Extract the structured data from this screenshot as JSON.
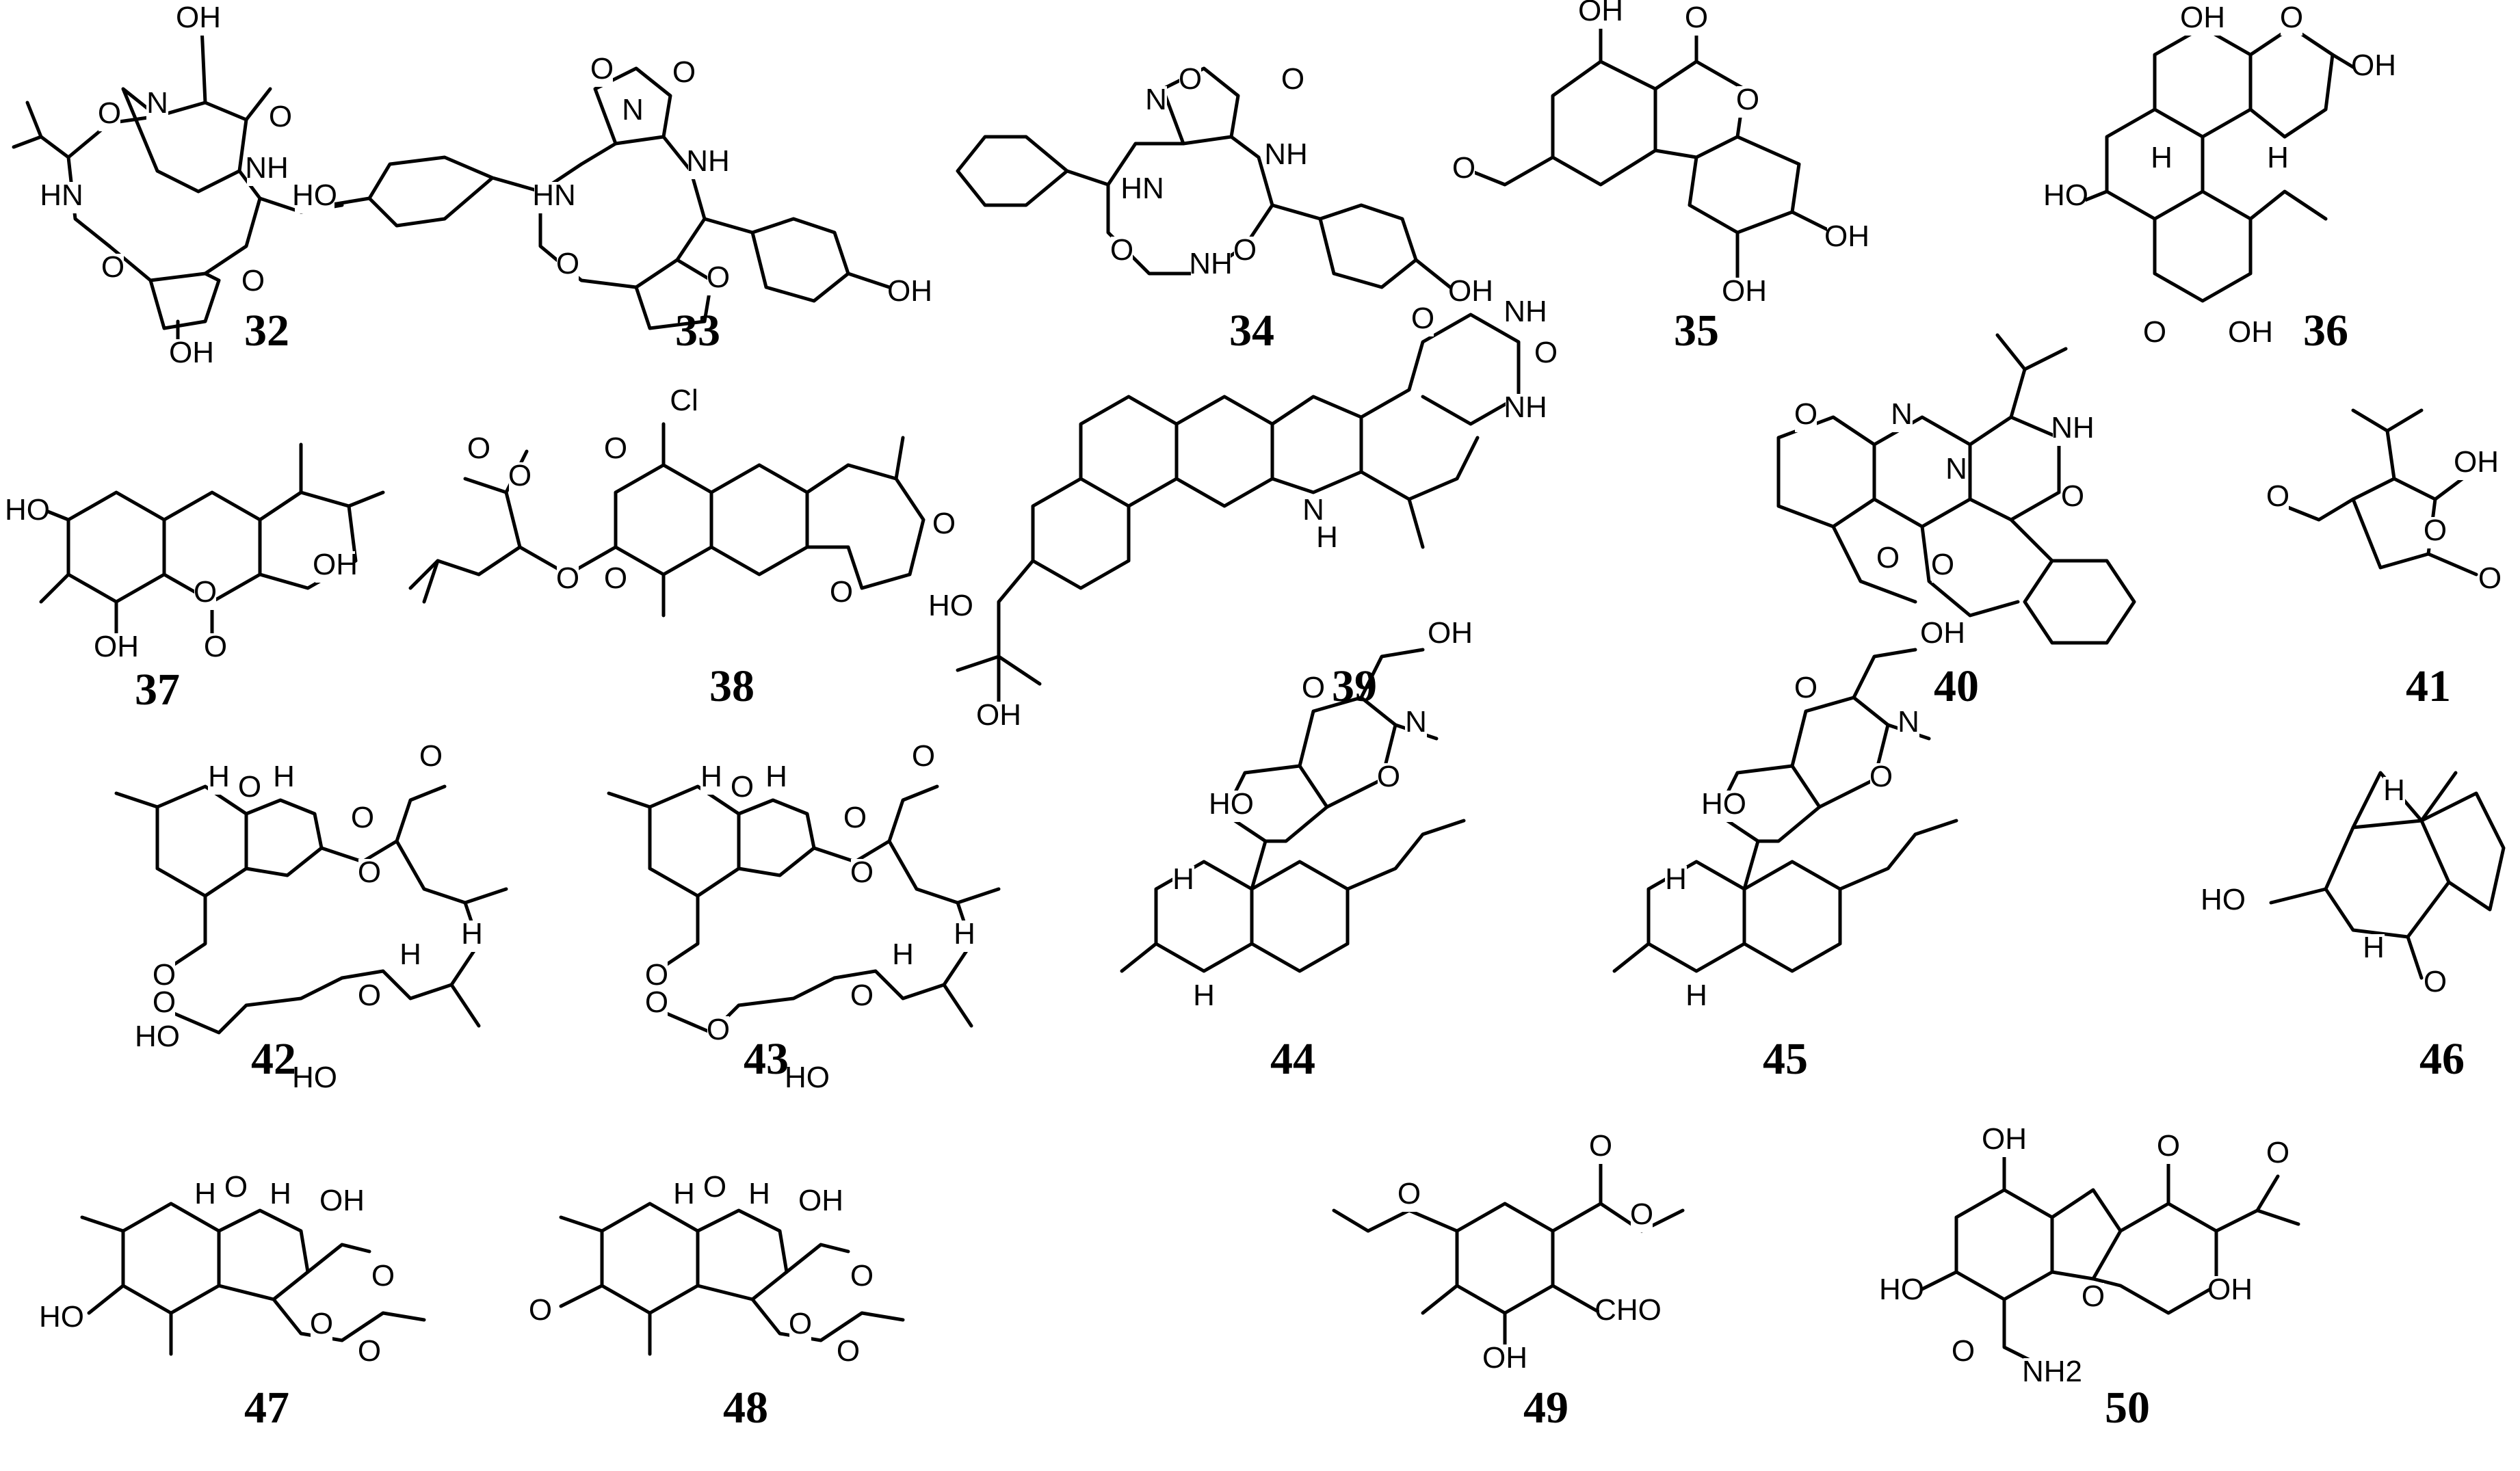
{
  "compounds": [
    {
      "number": "32",
      "atoms": [
        "OH",
        "N",
        "O",
        "O",
        "NH",
        "HN",
        "O",
        "O",
        "OH"
      ]
    },
    {
      "number": "33",
      "atoms": [
        "N",
        "O",
        "O",
        "NH",
        "HN",
        "HO",
        "O",
        "O",
        "OH"
      ]
    },
    {
      "number": "34",
      "atoms": [
        "N",
        "O",
        "O",
        "NH",
        "HN",
        "O",
        "NH",
        "O",
        "OH"
      ]
    },
    {
      "number": "35",
      "atoms": [
        "OH",
        "O",
        "O",
        "O",
        "OH",
        "OH"
      ]
    },
    {
      "number": "36",
      "atoms": [
        "OH",
        "O",
        "HO",
        "H",
        "OH",
        "H",
        "O",
        "OH"
      ]
    },
    {
      "number": "37",
      "atoms": [
        "HO",
        "OH",
        "O",
        "OH",
        "O"
      ]
    },
    {
      "number": "38",
      "atoms": [
        "Cl",
        "O",
        "O",
        "O",
        "O",
        "O",
        "O",
        "O"
      ]
    },
    {
      "number": "39",
      "atoms": [
        "O",
        "NH",
        "NH",
        "O",
        "N",
        "H",
        "HO",
        "OH"
      ]
    },
    {
      "number": "40",
      "atoms": [
        "O",
        "N",
        "NH",
        "N",
        "O",
        "O",
        "O"
      ]
    },
    {
      "number": "41",
      "atoms": [
        "OH",
        "O",
        "O",
        "O"
      ]
    },
    {
      "number": "42",
      "atoms": [
        "H",
        "O",
        "H",
        "O",
        "O",
        "O",
        "O",
        "O",
        "HO",
        "H",
        "H",
        "O",
        "HO"
      ]
    },
    {
      "number": "43",
      "atoms": [
        "H",
        "O",
        "H",
        "O",
        "O",
        "O",
        "O",
        "O",
        "O",
        "H",
        "H",
        "O",
        "HO"
      ]
    },
    {
      "number": "44",
      "atoms": [
        "O",
        "OH",
        "HO",
        "N",
        "O",
        "H",
        "H"
      ]
    },
    {
      "number": "45",
      "atoms": [
        "O",
        "OH",
        "HO",
        "N",
        "O",
        "H",
        "H"
      ]
    },
    {
      "number": "46",
      "atoms": [
        "H",
        "HO",
        "H",
        "O"
      ]
    },
    {
      "number": "47",
      "atoms": [
        "H",
        "O",
        "H",
        "OH",
        "O",
        "HO",
        "O",
        "O"
      ]
    },
    {
      "number": "48",
      "atoms": [
        "H",
        "O",
        "H",
        "OH",
        "O",
        "O",
        "O",
        "O"
      ]
    },
    {
      "number": "49",
      "atoms": [
        "O",
        "O",
        "O",
        "OH",
        "CHO"
      ]
    },
    {
      "number": "50",
      "atoms": [
        "OH",
        "O",
        "O",
        "HO",
        "O",
        "OH",
        "O",
        "NH2"
      ]
    }
  ]
}
